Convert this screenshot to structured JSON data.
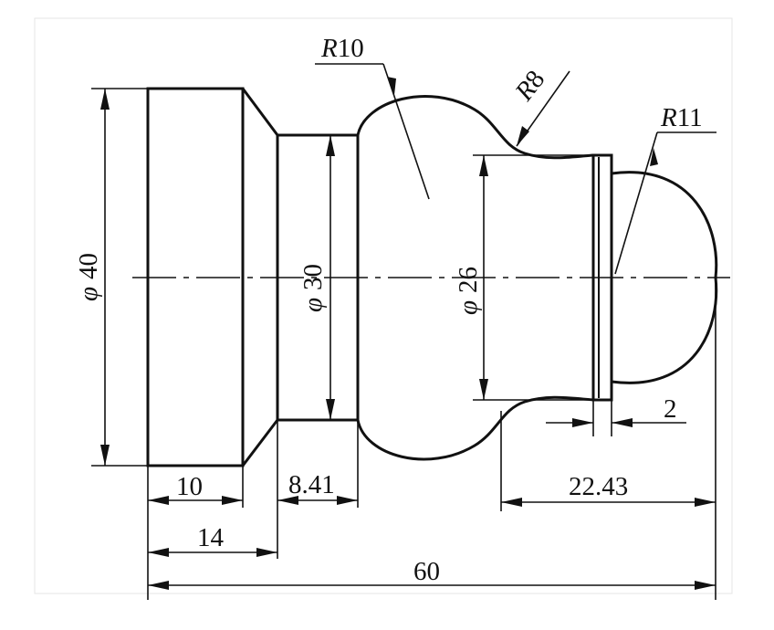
{
  "dimensions": {
    "dia_40": {
      "symbol": "φ",
      "value": "40"
    },
    "dia_30": {
      "symbol": "φ",
      "value": "30"
    },
    "dia_26": {
      "symbol": "φ",
      "value": "26"
    },
    "r10": {
      "prefix": "R",
      "value": "10"
    },
    "r8": {
      "prefix": "R",
      "value": "8"
    },
    "r11": {
      "prefix": "R",
      "value": "11"
    },
    "len_10": "10",
    "len_14": "14",
    "len_8_41": "8.41",
    "len_2": "2",
    "len_22_43": "22.43",
    "len_60": "60"
  }
}
